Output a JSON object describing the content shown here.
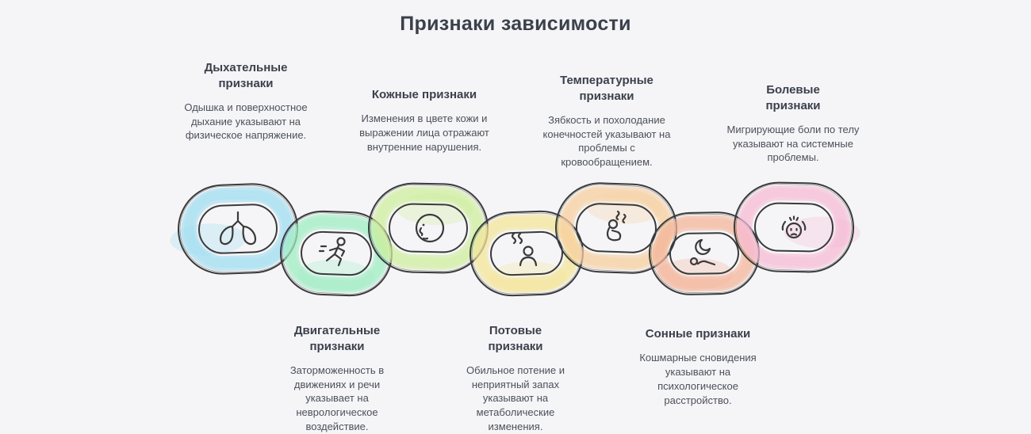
{
  "title": "Признаки зависимости",
  "top_items": [
    {
      "heading": "Дыхательные признаки",
      "description": "Одышка и поверхностное дыхание указывают на физическое напряжение."
    },
    {
      "heading": "Кожные признаки",
      "description": "Изменения в цвете кожи и выражении лица отражают внутренние нарушения."
    },
    {
      "heading": "Температурные признаки",
      "description": "Зябкость и похолодание конечностей указывают на проблемы с кровообращением."
    },
    {
      "heading": "Болевые признаки",
      "description": "Мигрирующие боли по телу указывают на системные проблемы."
    }
  ],
  "bottom_items": [
    {
      "heading": "Двигательные признаки",
      "description": "Заторможенность в движениях и речи указывает на неврологическое воздействие."
    },
    {
      "heading": "Потовые признаки",
      "description": "Обильное потение и неприятный запах указывают на метаболические изменения."
    },
    {
      "heading": "Сонные признаки",
      "description": "Кошмарные сновидения указывают на психологическое расстройство."
    }
  ],
  "chain": {
    "links": [
      {
        "icon": "lungs-icon",
        "color": "#9edcf0"
      },
      {
        "icon": "running-person-icon",
        "color": "#9fedc2"
      },
      {
        "icon": "face-profile-icon",
        "color": "#cdee9b"
      },
      {
        "icon": "sweat-icon",
        "color": "#f4e496"
      },
      {
        "icon": "heat-icon",
        "color": "#f6cf9f"
      },
      {
        "icon": "sleep-icon",
        "color": "#f3b498"
      },
      {
        "icon": "pain-icon",
        "color": "#f6b9d4"
      }
    ]
  },
  "colors": {
    "background": "#f5f5f8",
    "heading_text": "#3b404b",
    "body_text": "#4c505a",
    "outline": "#3a3a3a"
  }
}
